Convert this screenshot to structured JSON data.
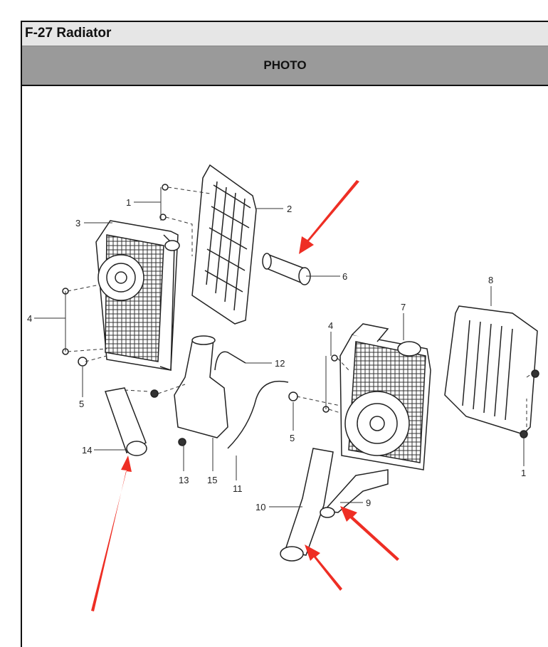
{
  "header": {
    "title": "F-27 Radiator",
    "section_label": "PHOTO"
  },
  "callouts": {
    "c1a": "1",
    "c2": "2",
    "c3": "3",
    "c4a": "4",
    "c5a": "5",
    "c6": "6",
    "c7": "7",
    "c8": "8",
    "c4b": "4",
    "c5b": "5",
    "c12": "12",
    "c14": "14",
    "c13": "13",
    "c15": "15",
    "c11": "11",
    "c10": "10",
    "c9": "9",
    "c1b": "1"
  },
  "colors": {
    "arrow": "#ee2e24",
    "line": "#333333",
    "title_bg": "#e6e6e6",
    "section_bg": "#9a9a9a"
  }
}
